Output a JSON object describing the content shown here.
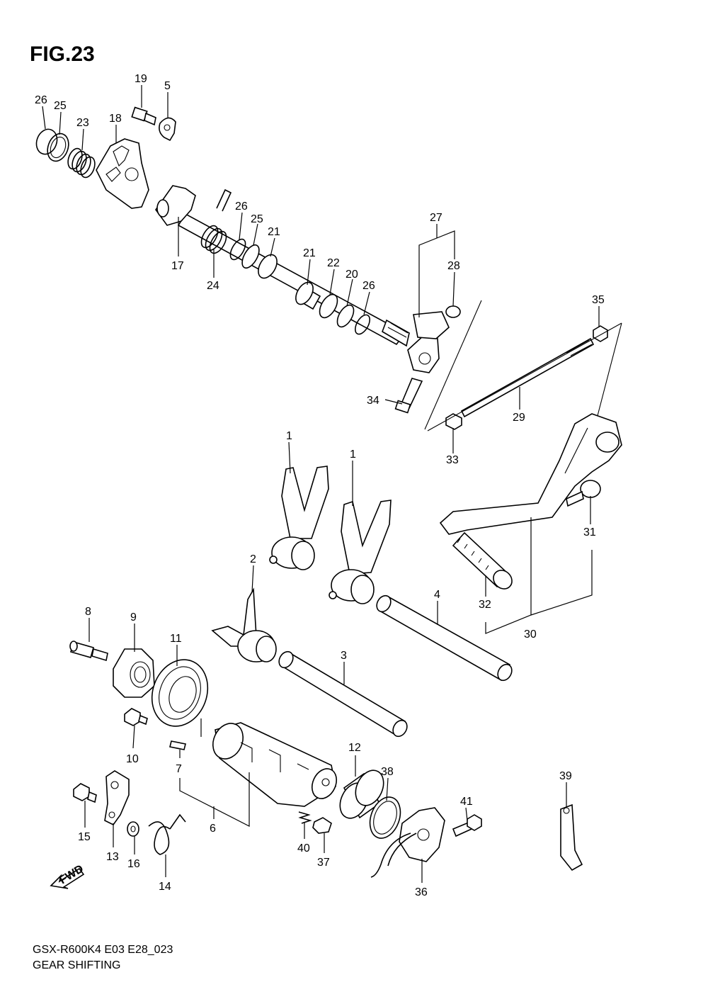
{
  "figure": {
    "title": "FIG.23",
    "model_code": "GSX-R600K4 E03 E28_023",
    "caption": "GEAR SHIFTING",
    "fwd_label": "FWD"
  },
  "callouts": [
    "1",
    "1",
    "2",
    "3",
    "4",
    "5",
    "6",
    "7",
    "8",
    "9",
    "10",
    "11",
    "12",
    "13",
    "14",
    "15",
    "16",
    "17",
    "18",
    "19",
    "20",
    "21",
    "21",
    "22",
    "23",
    "24",
    "25",
    "25",
    "26",
    "26",
    "26",
    "27",
    "28",
    "29",
    "30",
    "31",
    "32",
    "33",
    "34",
    "35",
    "36",
    "37",
    "38",
    "39",
    "40",
    "41"
  ]
}
